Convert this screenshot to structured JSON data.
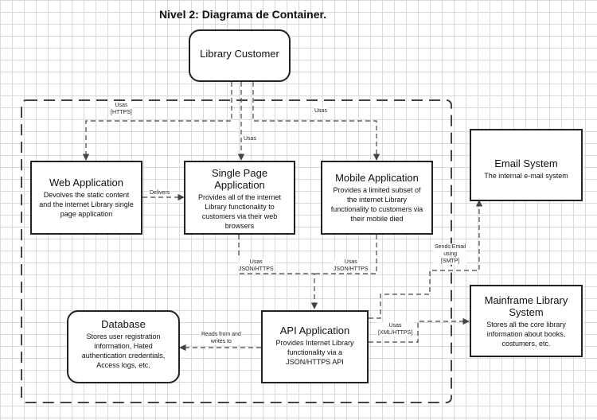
{
  "title": "Nivel 2: Diagrama de Container.",
  "nodes": {
    "customer": {
      "title": "Library Customer"
    },
    "web": {
      "title": "Web Application",
      "desc": "Devolves the static content and the internet Library single page application"
    },
    "spa": {
      "title": "Single Page Application",
      "desc": "Provides all of the internet Library functionality to customers via their web browsers"
    },
    "mobile": {
      "title": "Mobile Application",
      "desc": "Provides a limited subset of the internet Library functionality to customers via their mobile died"
    },
    "email": {
      "title": "Email System",
      "desc": "The internal e-mail system"
    },
    "mainframe": {
      "title": "Mainframe Library System",
      "desc": "Stores all the core library information about books, costumers, etc."
    },
    "database": {
      "title": "Database",
      "desc": "Stores user registration information, Hated authentication credentials, Access logs, etc."
    },
    "api": {
      "title": "API Application",
      "desc": "Provides Internet Library functionality via a JSON/HTTPS API"
    }
  },
  "edges": {
    "customer_web": "Usas\n[HTTPS]",
    "customer_spa": "Usas",
    "customer_mobile": "Usas",
    "web_spa": "Delivers",
    "spa_api": "Usas\nJSON/HTTPS",
    "mobile_api": "Usas\nJSON/HTTPS",
    "api_db": "Reads from and\nwrites to",
    "api_email": "Sends Email\nusing\n[SMTP]",
    "api_mainframe": "Usas\n[XML/HTTPS]"
  },
  "colors": {
    "line": "#444444",
    "border": "#222222",
    "grid": "#d9d9d9"
  }
}
